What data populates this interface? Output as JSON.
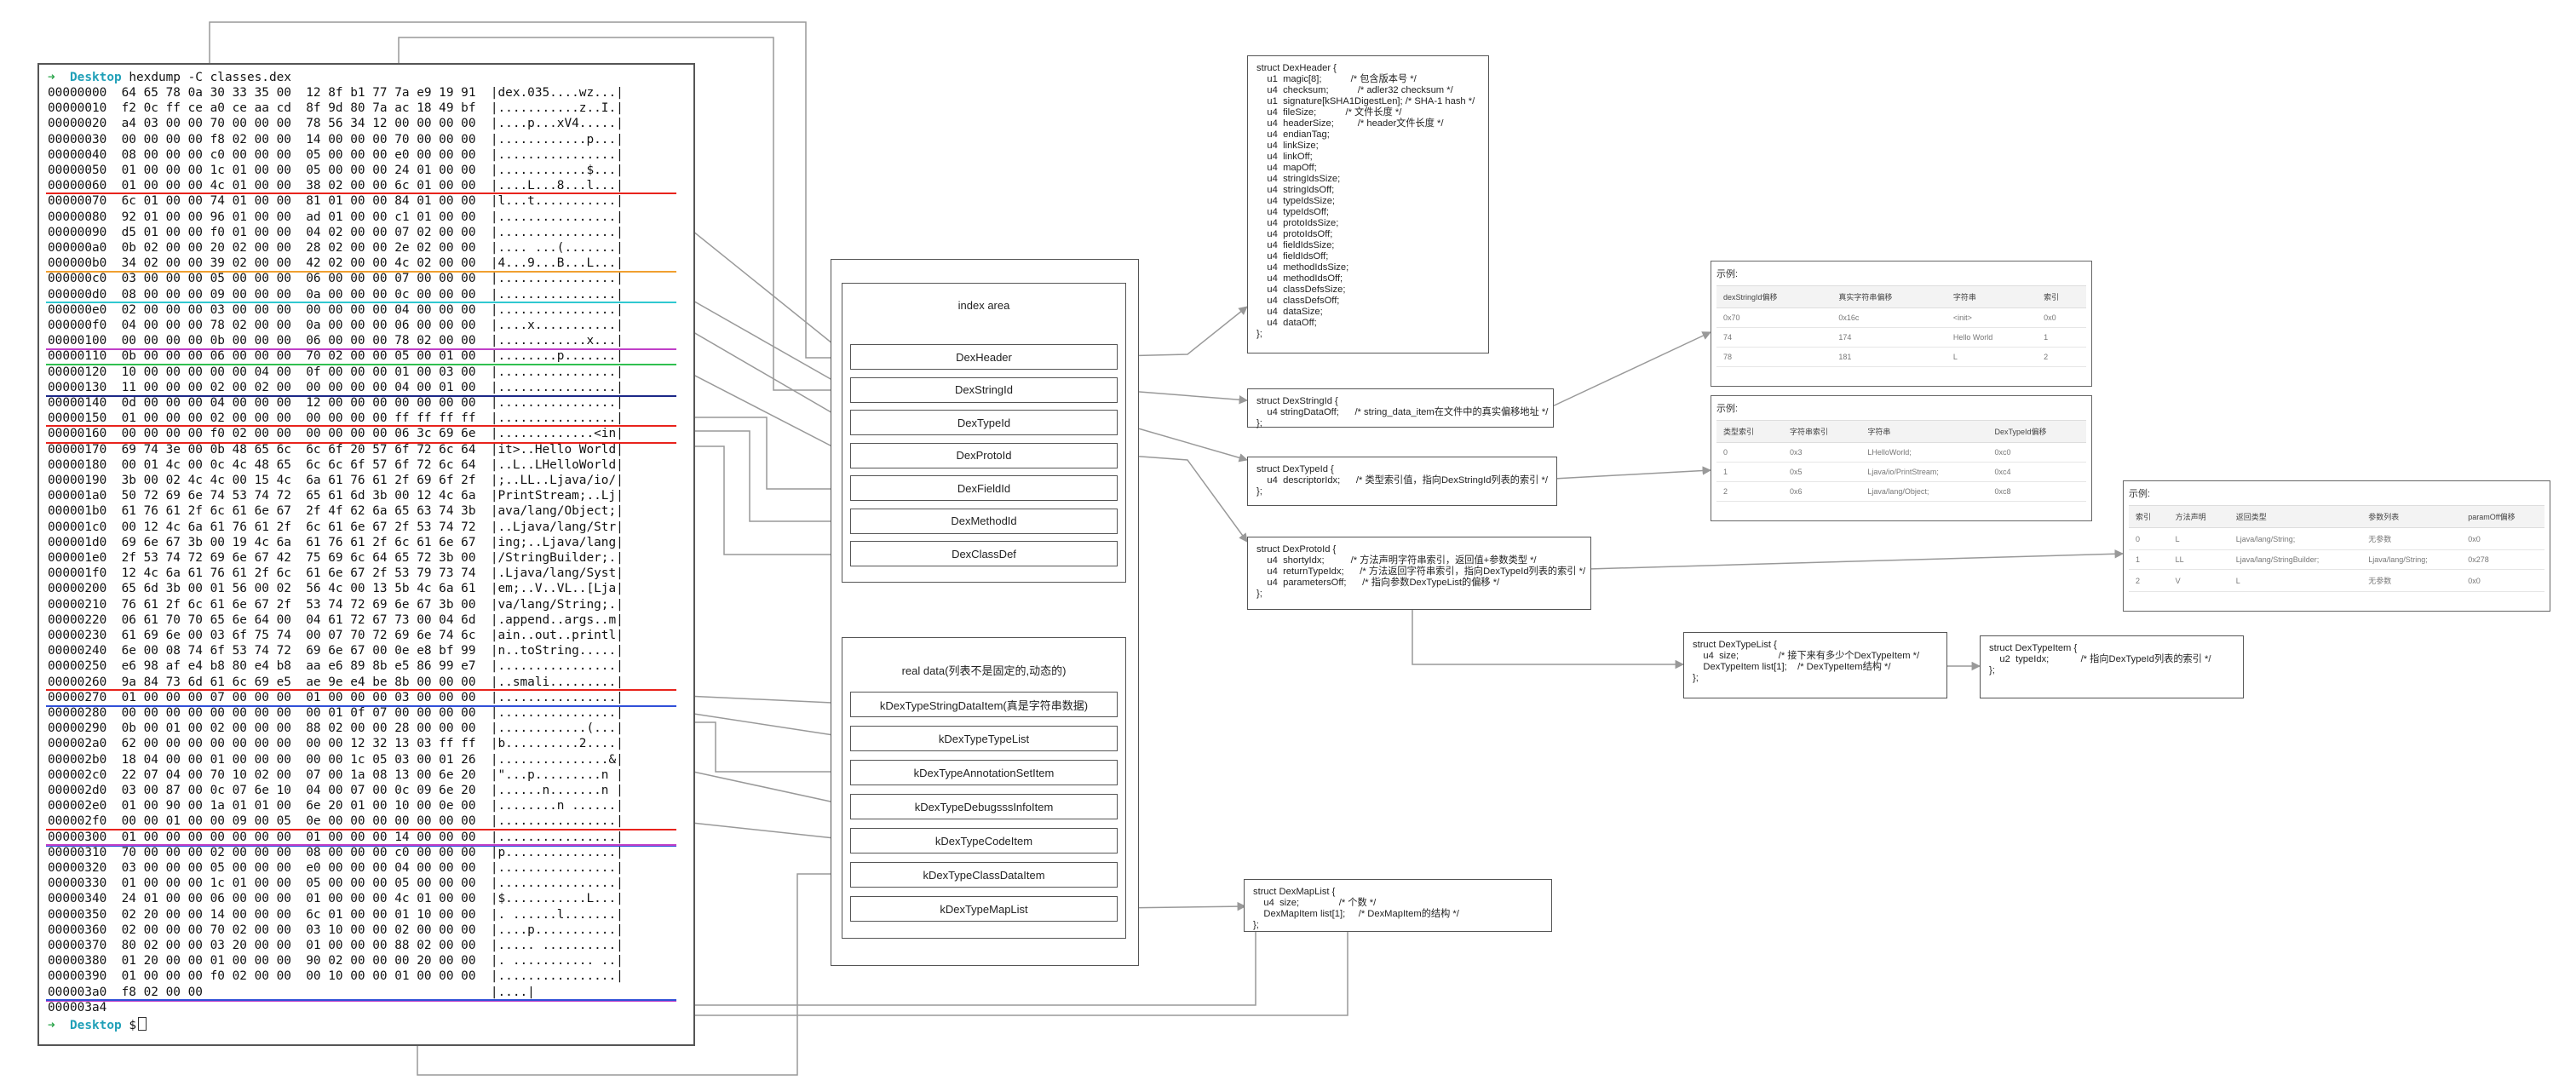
{
  "terminal": {
    "prompt_arrow": "➜",
    "prompt_dir": "Desktop",
    "command": "hexdump -C classes.dex",
    "end_prompt": "$",
    "lines": [
      "00000000  64 65 78 0a 30 33 35 00  12 8f b1 77 7a e9 19 91  |dex.035....wz...|",
      "00000010  f2 0c ff ce a0 ce aa cd  8f 9d 80 7a ac 18 49 bf  |...........z..I.|",
      "00000020  a4 03 00 00 70 00 00 00  78 56 34 12 00 00 00 00  |....p...xV4.....|",
      "00000030  00 00 00 00 f8 02 00 00  14 00 00 00 70 00 00 00  |............p...|",
      "00000040  08 00 00 00 c0 00 00 00  05 00 00 00 e0 00 00 00  |................|",
      "00000050  01 00 00 00 1c 01 00 00  05 00 00 00 24 01 00 00  |............$...|",
      "00000060  01 00 00 00 4c 01 00 00  38 02 00 00 6c 01 00 00  |....L...8...l...|",
      "00000070  6c 01 00 00 74 01 00 00  81 01 00 00 84 01 00 00  |l...t...........|",
      "00000080  92 01 00 00 96 01 00 00  ad 01 00 00 c1 01 00 00  |................|",
      "00000090  d5 01 00 00 f0 01 00 00  04 02 00 00 07 02 00 00  |................|",
      "000000a0  0b 02 00 00 20 02 00 00  28 02 00 00 2e 02 00 00  |.... ...(.......|",
      "000000b0  34 02 00 00 39 02 00 00  42 02 00 00 4c 02 00 00  |4...9...B...L...|",
      "000000c0  03 00 00 00 05 00 00 00  06 00 00 00 07 00 00 00  |................|",
      "000000d0  08 00 00 00 09 00 00 00  0a 00 00 00 0c 00 00 00  |................|",
      "000000e0  02 00 00 00 03 00 00 00  00 00 00 00 04 00 00 00  |................|",
      "000000f0  04 00 00 00 78 02 00 00  0a 00 00 00 06 00 00 00  |....x...........|",
      "00000100  00 00 00 00 0b 00 00 00  06 00 00 00 78 02 00 00  |............x...|",
      "00000110  0b 00 00 00 06 00 00 00  70 02 00 00 05 00 01 00  |........p.......|",
      "00000120  10 00 00 00 00 00 04 00  0f 00 00 00 01 00 03 00  |................|",
      "00000130  11 00 00 00 02 00 02 00  00 00 00 00 04 00 01 00  |................|",
      "00000140  0d 00 00 00 04 00 00 00  12 00 00 00 00 00 00 00  |................|",
      "00000150  01 00 00 00 02 00 00 00  00 00 00 00 ff ff ff ff  |................|",
      "00000160  00 00 00 00 f0 02 00 00  00 00 00 00 06 3c 69 6e  |.............<in|",
      "00000170  69 74 3e 00 0b 48 65 6c  6c 6f 20 57 6f 72 6c 64  |it>..Hello World|",
      "00000180  00 01 4c 00 0c 4c 48 65  6c 6c 6f 57 6f 72 6c 64  |..L..LHelloWorld|",
      "00000190  3b 00 02 4c 4c 00 15 4c  6a 61 76 61 2f 69 6f 2f  |;..LL..Ljava/io/|",
      "000001a0  50 72 69 6e 74 53 74 72  65 61 6d 3b 00 12 4c 6a  |PrintStream;..Lj|",
      "000001b0  61 76 61 2f 6c 61 6e 67  2f 4f 62 6a 65 63 74 3b  |ava/lang/Object;|",
      "000001c0  00 12 4c 6a 61 76 61 2f  6c 61 6e 67 2f 53 74 72  |..Ljava/lang/Str|",
      "000001d0  69 6e 67 3b 00 19 4c 6a  61 76 61 2f 6c 61 6e 67  |ing;..Ljava/lang|",
      "000001e0  2f 53 74 72 69 6e 67 42  75 69 6c 64 65 72 3b 00  |/StringBuilder;.|",
      "000001f0  12 4c 6a 61 76 61 2f 6c  61 6e 67 2f 53 79 73 74  |.Ljava/lang/Syst|",
      "00000200  65 6d 3b 00 01 56 00 02  56 4c 00 13 5b 4c 6a 61  |em;..V..VL..[Lja|",
      "00000210  76 61 2f 6c 61 6e 67 2f  53 74 72 69 6e 67 3b 00  |va/lang/String;.|",
      "00000220  06 61 70 70 65 6e 64 00  04 61 72 67 73 00 04 6d  |.append..args..m|",
      "00000230  61 69 6e 00 03 6f 75 74  00 07 70 72 69 6e 74 6c  |ain..out..printl|",
      "00000240  6e 00 08 74 6f 53 74 72  69 6e 67 00 0e e8 bf 99  |n..toString.....|",
      "00000250  e6 98 af e4 b8 80 e4 b8  aa e6 89 8b e5 86 99 e7  |................|",
      "00000260  9a 84 73 6d 61 6c 69 e5  ae 9e e4 be 8b 00 00 00  |..smali.........|",
      "00000270  01 00 00 00 07 00 00 00  01 00 00 00 03 00 00 00  |................|",
      "00000280  00 00 00 00 00 00 00 00  00 01 0f 07 00 00 00 00  |................|",
      "00000290  0b 00 01 00 02 00 00 00  88 02 00 00 28 00 00 00  |............(...|",
      "000002a0  62 00 00 00 00 00 00 00  00 00 12 32 13 03 ff ff  |b..........2....|",
      "000002b0  18 04 00 00 01 00 00 00  00 00 1c 05 03 00 01 26  |...............&|",
      "000002c0  22 07 04 00 70 10 02 00  07 00 1a 08 13 00 6e 20  |\"...p.........n |",
      "000002d0  03 00 87 00 0c 07 6e 10  04 00 07 00 0c 09 6e 20  |......n.......n |",
      "000002e0  01 00 90 00 1a 01 01 00  6e 20 01 00 10 00 0e 00  |........n ......|",
      "000002f0  00 00 01 00 00 09 00 05  0e 00 00 00 00 00 00 00  |................|",
      "00000300  01 00 00 00 00 00 00 00  01 00 00 00 14 00 00 00  |................|",
      "00000310  70 00 00 00 02 00 00 00  08 00 00 00 c0 00 00 00  |p...............|",
      "00000320  03 00 00 00 05 00 00 00  e0 00 00 00 04 00 00 00  |................|",
      "00000330  01 00 00 00 1c 01 00 00  05 00 00 00 05 00 00 00  |................|",
      "00000340  24 01 00 00 06 00 00 00  01 00 00 00 4c 01 00 00  |$...........L...|",
      "00000350  02 20 00 00 14 00 00 00  6c 01 00 00 01 10 00 00  |. ......l.......|",
      "00000360  02 00 00 00 70 02 00 00  03 10 00 00 02 00 00 00  |....p...........|",
      "00000370  80 02 00 00 03 20 00 00  01 00 00 00 88 02 00 00  |..... ..........|",
      "00000380  01 20 00 00 01 00 00 00  90 02 00 00 00 20 00 00  |. ........... ..|",
      "00000390  01 00 00 00 f0 02 00 00  00 10 00 00 01 00 00 00  |................|",
      "000003a0  f8 02 00 00                                       |....|",
      "000003a4"
    ]
  },
  "index_area": {
    "title": "index  area",
    "items": [
      "DexHeader",
      "DexStringId",
      "DexTypeId",
      "DexProtoId",
      "DexFieldId",
      "DexMethodId",
      "DexClassDef"
    ]
  },
  "data_area": {
    "title": "real data(列表不是固定的,动态的)",
    "items": [
      "kDexTypeStringDataItem(真是字符串数据)",
      "kDexTypeTypeList",
      "kDexTypeAnnotationSetItem",
      "kDexTypeDebugsssInfoItem",
      "kDexTypeCodeItem",
      "kDexTypeClassDataItem",
      "kDexTypeMapList"
    ]
  },
  "structs": {
    "dex_header": "struct DexHeader {\n    u1  magic[8];           /* 包含版本号 */\n    u4  checksum;           /* adler32 checksum */\n    u1  signature[kSHA1DigestLen]; /* SHA-1 hash */\n    u4  fileSize;           /* 文件长度 */\n    u4  headerSize;         /* header文件长度 */\n    u4  endianTag;\n    u4  linkSize;\n    u4  linkOff;\n    u4  mapOff;\n    u4  stringIdsSize;\n    u4  stringIdsOff;\n    u4  typeIdsSize;\n    u4  typeIdsOff;\n    u4  protoIdsSize;\n    u4  protoIdsOff;\n    u4  fieldIdsSize;\n    u4  fieldIdsOff;\n    u4  methodIdsSize;\n    u4  methodIdsOff;\n    u4  classDefsSize;\n    u4  classDefsOff;\n    u4  dataSize;\n    u4  dataOff;\n};",
    "dex_string_id": "struct DexStringId {\n    u4 stringDataOff;      /* string_data_item在文件中的真实偏移地址 */\n};",
    "dex_type_id": "struct DexTypeId {\n    u4  descriptorIdx;      /* 类型索引值，指向DexStringId列表的索引 */\n};",
    "dex_proto_id": "struct DexProtoId {\n    u4  shortyIdx;          /* 方法声明字符串索引，返回值+参数类型 */\n    u4  returnTypeIdx;      /* 方法返回字符串索引，指向DexTypeId列表的索引 */\n    u4  parametersOff;      /* 指向参数DexTypeList的偏移 */\n};",
    "dex_type_list": "struct DexTypeList {\n    u4  size;               /* 接下来有多少个DexTypeItem */\n    DexTypeItem list[1];    /* DexTypeItem结构 */\n};",
    "dex_type_item": "struct DexTypeItem {\n    u2  typeIdx;            /* 指向DexTypeId列表的索引 */\n};",
    "dex_map_list": "struct DexMapList {\n    u4  size;               /* 个数 */\n    DexMapItem list[1];     /* DexMapItem的结构 */\n};"
  },
  "examples": {
    "string_ids": {
      "title": "示例:",
      "headers": [
        "dexStringId偏移",
        "真实字符串偏移",
        "字符串",
        "索引"
      ],
      "rows": [
        [
          "0x70",
          "0x16c",
          "<init>",
          "0x0"
        ],
        [
          "74",
          "174",
          "Hello World",
          "1"
        ],
        [
          "78",
          "181",
          "L",
          "2"
        ]
      ]
    },
    "type_ids": {
      "title": "示例:",
      "headers": [
        "类型索引",
        "字符串索引",
        "字符串",
        "DexTypeId偏移"
      ],
      "rows": [
        [
          "0",
          "0x3",
          "LHelloWorld;",
          "0xc0"
        ],
        [
          "1",
          "0x5",
          "Ljava/io/PrintStream;",
          "0xc4"
        ],
        [
          "2",
          "0x6",
          "Ljava/lang/Object;",
          "0xc8"
        ]
      ]
    },
    "proto_ids": {
      "title": "示例:",
      "headers": [
        "索引",
        "方法声明",
        "返回类型",
        "参数列表",
        "paramOff偏移"
      ],
      "rows": [
        [
          "0",
          "L",
          "Ljava/lang/String;",
          "无参数",
          "0x0"
        ],
        [
          "1",
          "LL",
          "Ljava/lang/StringBuilder;",
          "Ljava/lang/String;",
          "0x278"
        ],
        [
          "2",
          "V",
          "L",
          "无参数",
          "0x0"
        ]
      ]
    }
  },
  "colors": {
    "line_red": "#e8231c",
    "line_blue": "#3050d8",
    "line_orange": "#f0a030",
    "line_cyan": "#30c8d0",
    "line_green": "#30c050",
    "line_magenta": "#c040c8",
    "line_navy": "#1c2888",
    "wire": "#999999"
  }
}
